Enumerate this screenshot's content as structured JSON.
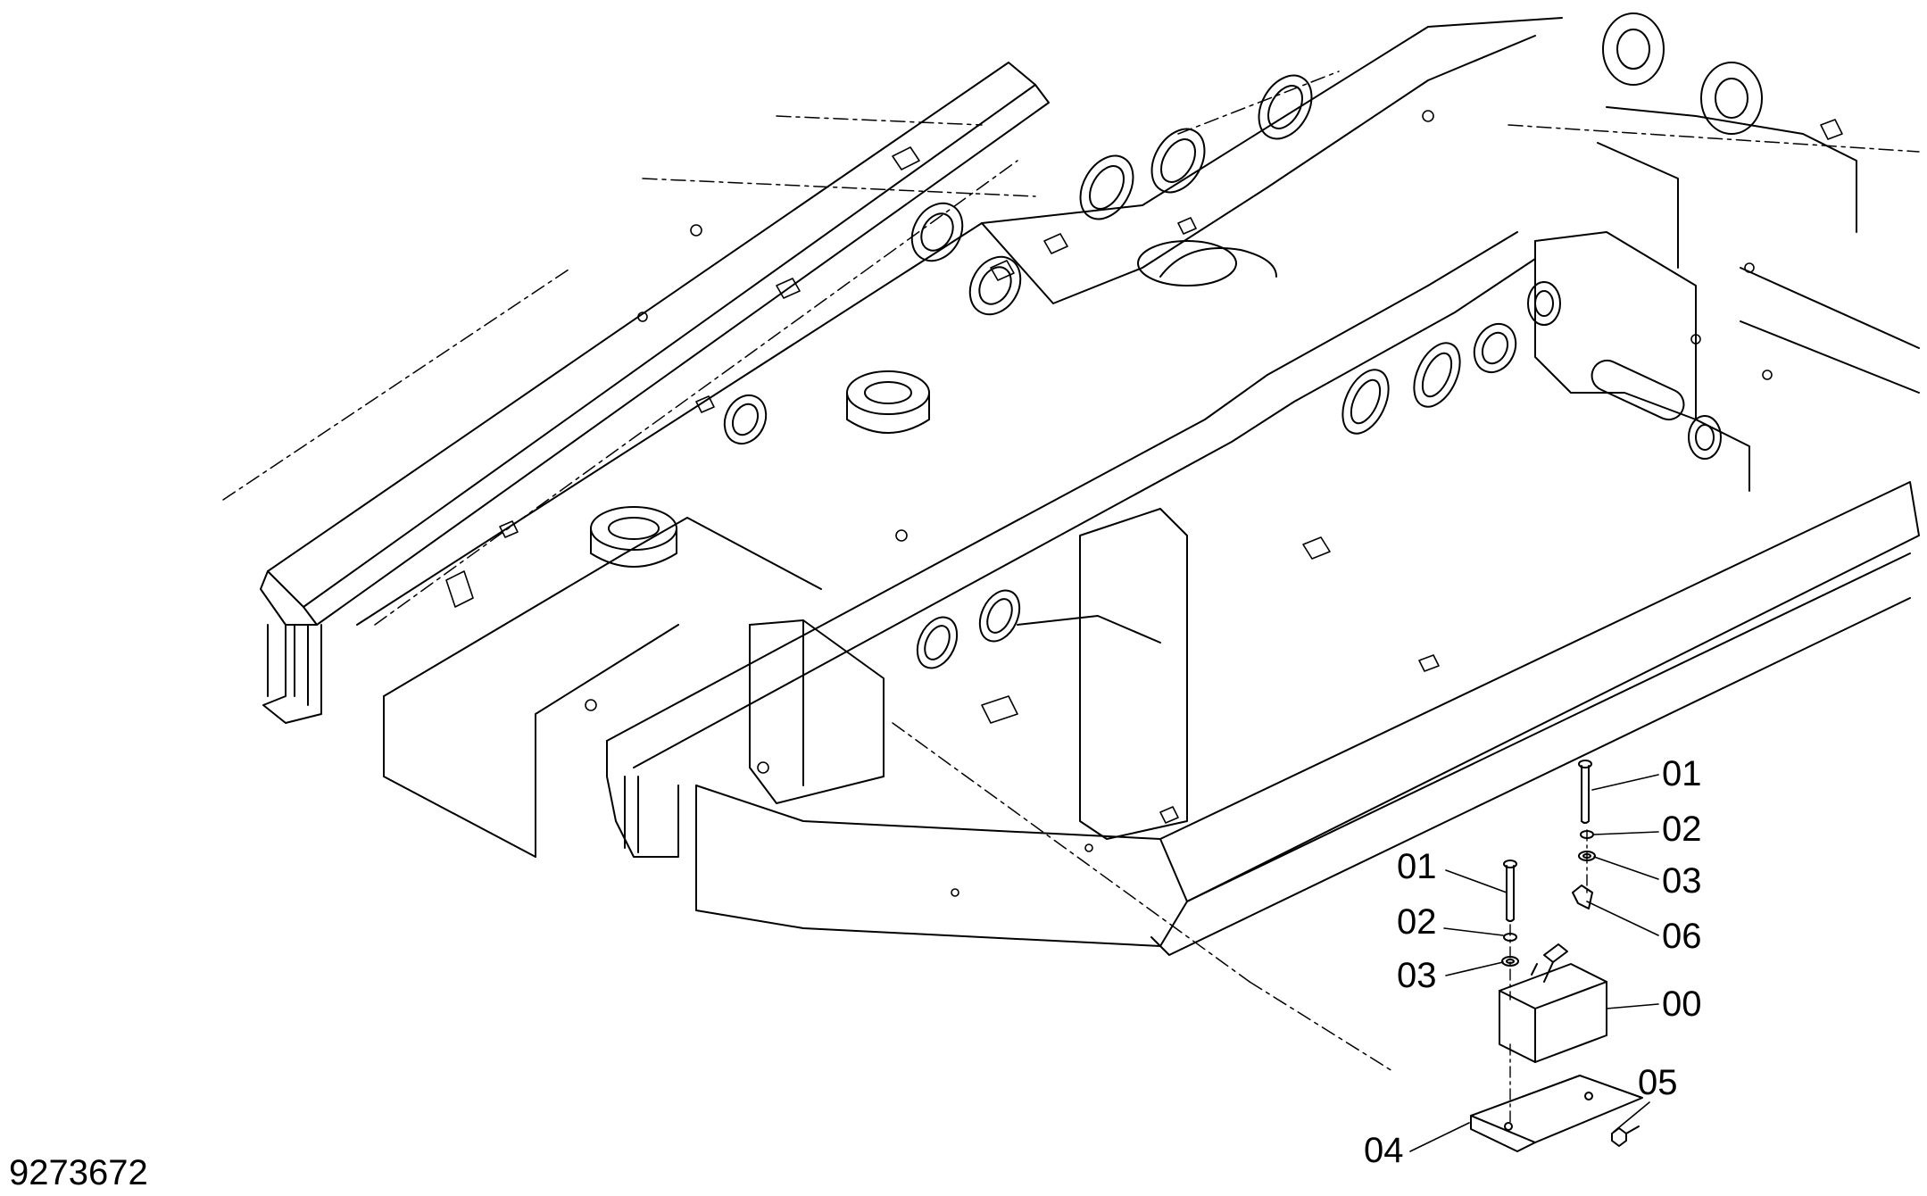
{
  "drawing": {
    "document_number": "9273672",
    "callouts": [
      {
        "id": "c01a",
        "label": "01"
      },
      {
        "id": "c02a",
        "label": "02"
      },
      {
        "id": "c03a",
        "label": "03"
      },
      {
        "id": "c06",
        "label": "06"
      },
      {
        "id": "c01b",
        "label": "01"
      },
      {
        "id": "c02b",
        "label": "02"
      },
      {
        "id": "c03b",
        "label": "03"
      },
      {
        "id": "c00",
        "label": "00"
      },
      {
        "id": "c05",
        "label": "05"
      },
      {
        "id": "c04",
        "label": "04"
      }
    ]
  }
}
